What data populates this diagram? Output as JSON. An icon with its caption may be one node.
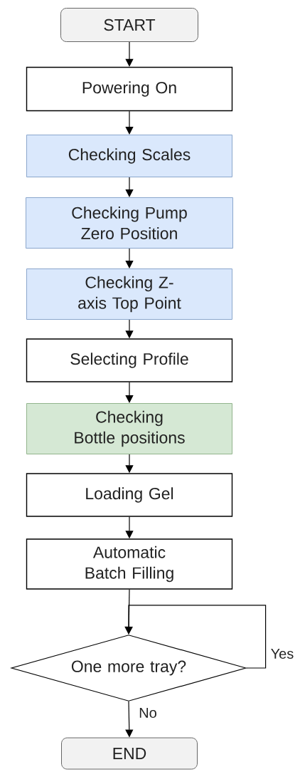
{
  "diagram": {
    "nodes": [
      {
        "text": [
          "START"
        ]
      },
      {
        "text": [
          "Powering On"
        ]
      },
      {
        "text": [
          "Checking Scales"
        ]
      },
      {
        "text": [
          "Checking Pump Zero Position"
        ]
      },
      {
        "text": [
          "Checking Z-axis Top Point"
        ]
      },
      {
        "text": [
          "Selecting Profile"
        ]
      },
      {
        "text": [
          "Checking Bottle positions"
        ]
      },
      {
        "text": [
          "Loading Gel"
        ]
      },
      {
        "text": [
          "Automatic Batch Filling"
        ]
      },
      {
        "text": [
          "One more tray?"
        ]
      },
      {
        "text": [
          "END"
        ]
      }
    ],
    "edges": [
      {
        "from": 0,
        "to": 1,
        "arrow": "to"
      },
      {
        "from": 1,
        "to": 2,
        "arrow": "to"
      },
      {
        "from": 2,
        "to": 3,
        "arrow": "to"
      },
      {
        "from": 3,
        "to": 4,
        "arrow": "to"
      },
      {
        "from": 4,
        "to": 5,
        "arrow": "to"
      },
      {
        "from": 5,
        "to": 6,
        "arrow": "to"
      },
      {
        "from": 6,
        "to": 7,
        "arrow": "to"
      },
      {
        "from": 7,
        "to": 8,
        "arrow": "to"
      },
      {
        "from": 8,
        "to": 9,
        "arrow": "to"
      },
      {
        "from": 9,
        "to": 9,
        "label": "Yes",
        "arrow": "to"
      },
      {
        "from": 9,
        "to": 10,
        "label": "No",
        "arrow": "to"
      }
    ]
  }
}
